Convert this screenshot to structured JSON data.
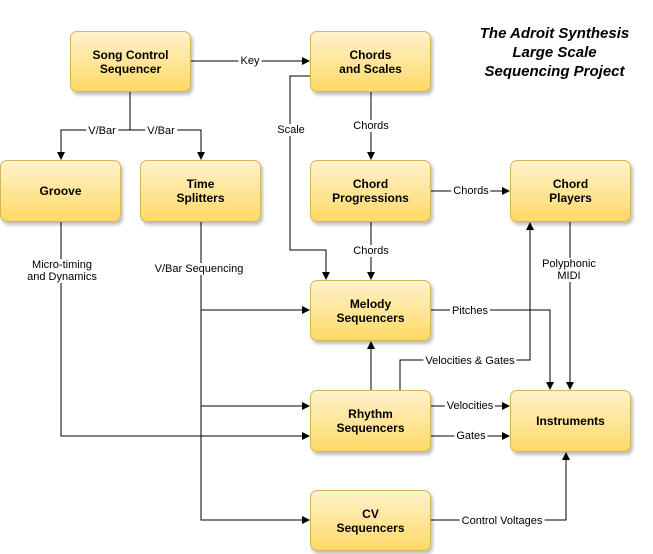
{
  "title": "The Adroit Synthesis\nLarge Scale\nSequencing Project",
  "nodes": {
    "song_control": "Song Control\nSequencer",
    "chords_scales": "Chords\nand Scales",
    "groove": "Groove",
    "time_splitters": "Time\nSplitters",
    "chord_progressions": "Chord\nProgressions",
    "chord_players": "Chord\nPlayers",
    "melody": "Melody\nSequencers",
    "rhythm": "Rhythm\nSequencers",
    "instruments": "Instruments",
    "cv": "CV\nSequencers"
  },
  "edges": {
    "key": "Key",
    "vbar_groove": "V/Bar",
    "vbar_splitters": "V/Bar",
    "scale": "Scale",
    "chords_to_prog": "Chords",
    "prog_to_players": "Chords",
    "prog_to_melody": "Chords",
    "microtiming": "Micro-timing\nand Dynamics",
    "vbar_sequencing": "V/Bar Sequencing",
    "polyphonic": "Polyphonic\nMIDI",
    "pitches": "Pitches",
    "vel_gates": "Velocities & Gates",
    "velocities": "Velocities",
    "gates": "Gates",
    "control_voltages": "Control Voltages"
  }
}
